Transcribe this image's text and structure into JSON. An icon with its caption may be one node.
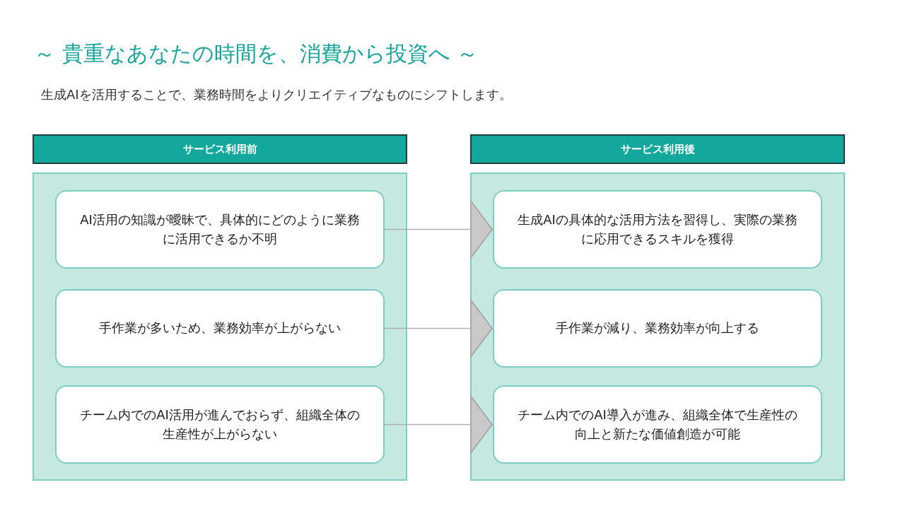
{
  "diagram": {
    "title": "～ 貴重なあなたの時間を、消費から投資へ ～",
    "nodes": [
      {
        "text": [
          "サービス利用前"
        ]
      },
      {
        "text": [
          "AI活用の知識が曖昧で、具体的にどのように業務に活用できるか不明"
        ],
        "in": 0
      },
      {
        "text": [
          "手作業が多いため、業務効率が上がらない"
        ],
        "in": 0
      },
      {
        "text": [
          "チーム内でのAI活用が進んでおらず、組織全体の生産性が上がらない"
        ],
        "in": 0
      },
      {
        "text": [
          "サービス利用後"
        ]
      },
      {
        "text": [
          "生成AIの具体的な活用方法を習得し、実際の業務に応用できるスキルを獲得"
        ],
        "in": 4
      },
      {
        "text": [
          "手作業が減り、業務効率が向上する"
        ],
        "in": 4
      },
      {
        "text": [
          "チーム内でのAI導入が進み、組織全体で生産性の向上と新たな価値創造が可能"
        ],
        "in": 4
      }
    ],
    "edges": [
      {
        "from": 1,
        "to": 5,
        "arrow": "to"
      },
      {
        "from": 2,
        "to": 6,
        "arrow": "to"
      },
      {
        "from": 3,
        "to": 7,
        "arrow": "to"
      }
    ],
    "labels": [
      "生成AIを活用することで、業務時間をよりクリエイティブなものにシフトします。"
    ]
  }
}
